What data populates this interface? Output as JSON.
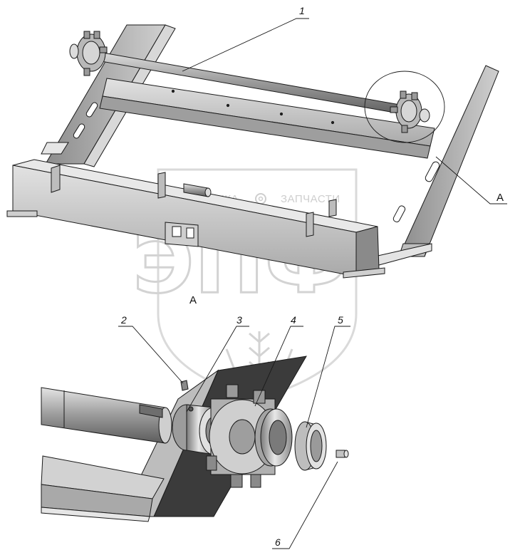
{
  "callouts": {
    "c1": "1",
    "c2": "2",
    "c3": "3",
    "c4": "4",
    "c5": "5",
    "c6": "6"
  },
  "view_labels": {
    "detail_marker": "A",
    "detail_view": "A"
  },
  "watermark": {
    "brand_left": "ТЕХНИКА",
    "brand_right": "ЗАПЧАСТИ",
    "big_letters": "ЭПФ",
    "color": "#c9c9c9"
  },
  "colors": {
    "metal_light": "#cfcfcf",
    "metal_mid": "#a8a8a8",
    "metal_dark": "#6e6e6e",
    "outline": "#1a1a1a"
  }
}
